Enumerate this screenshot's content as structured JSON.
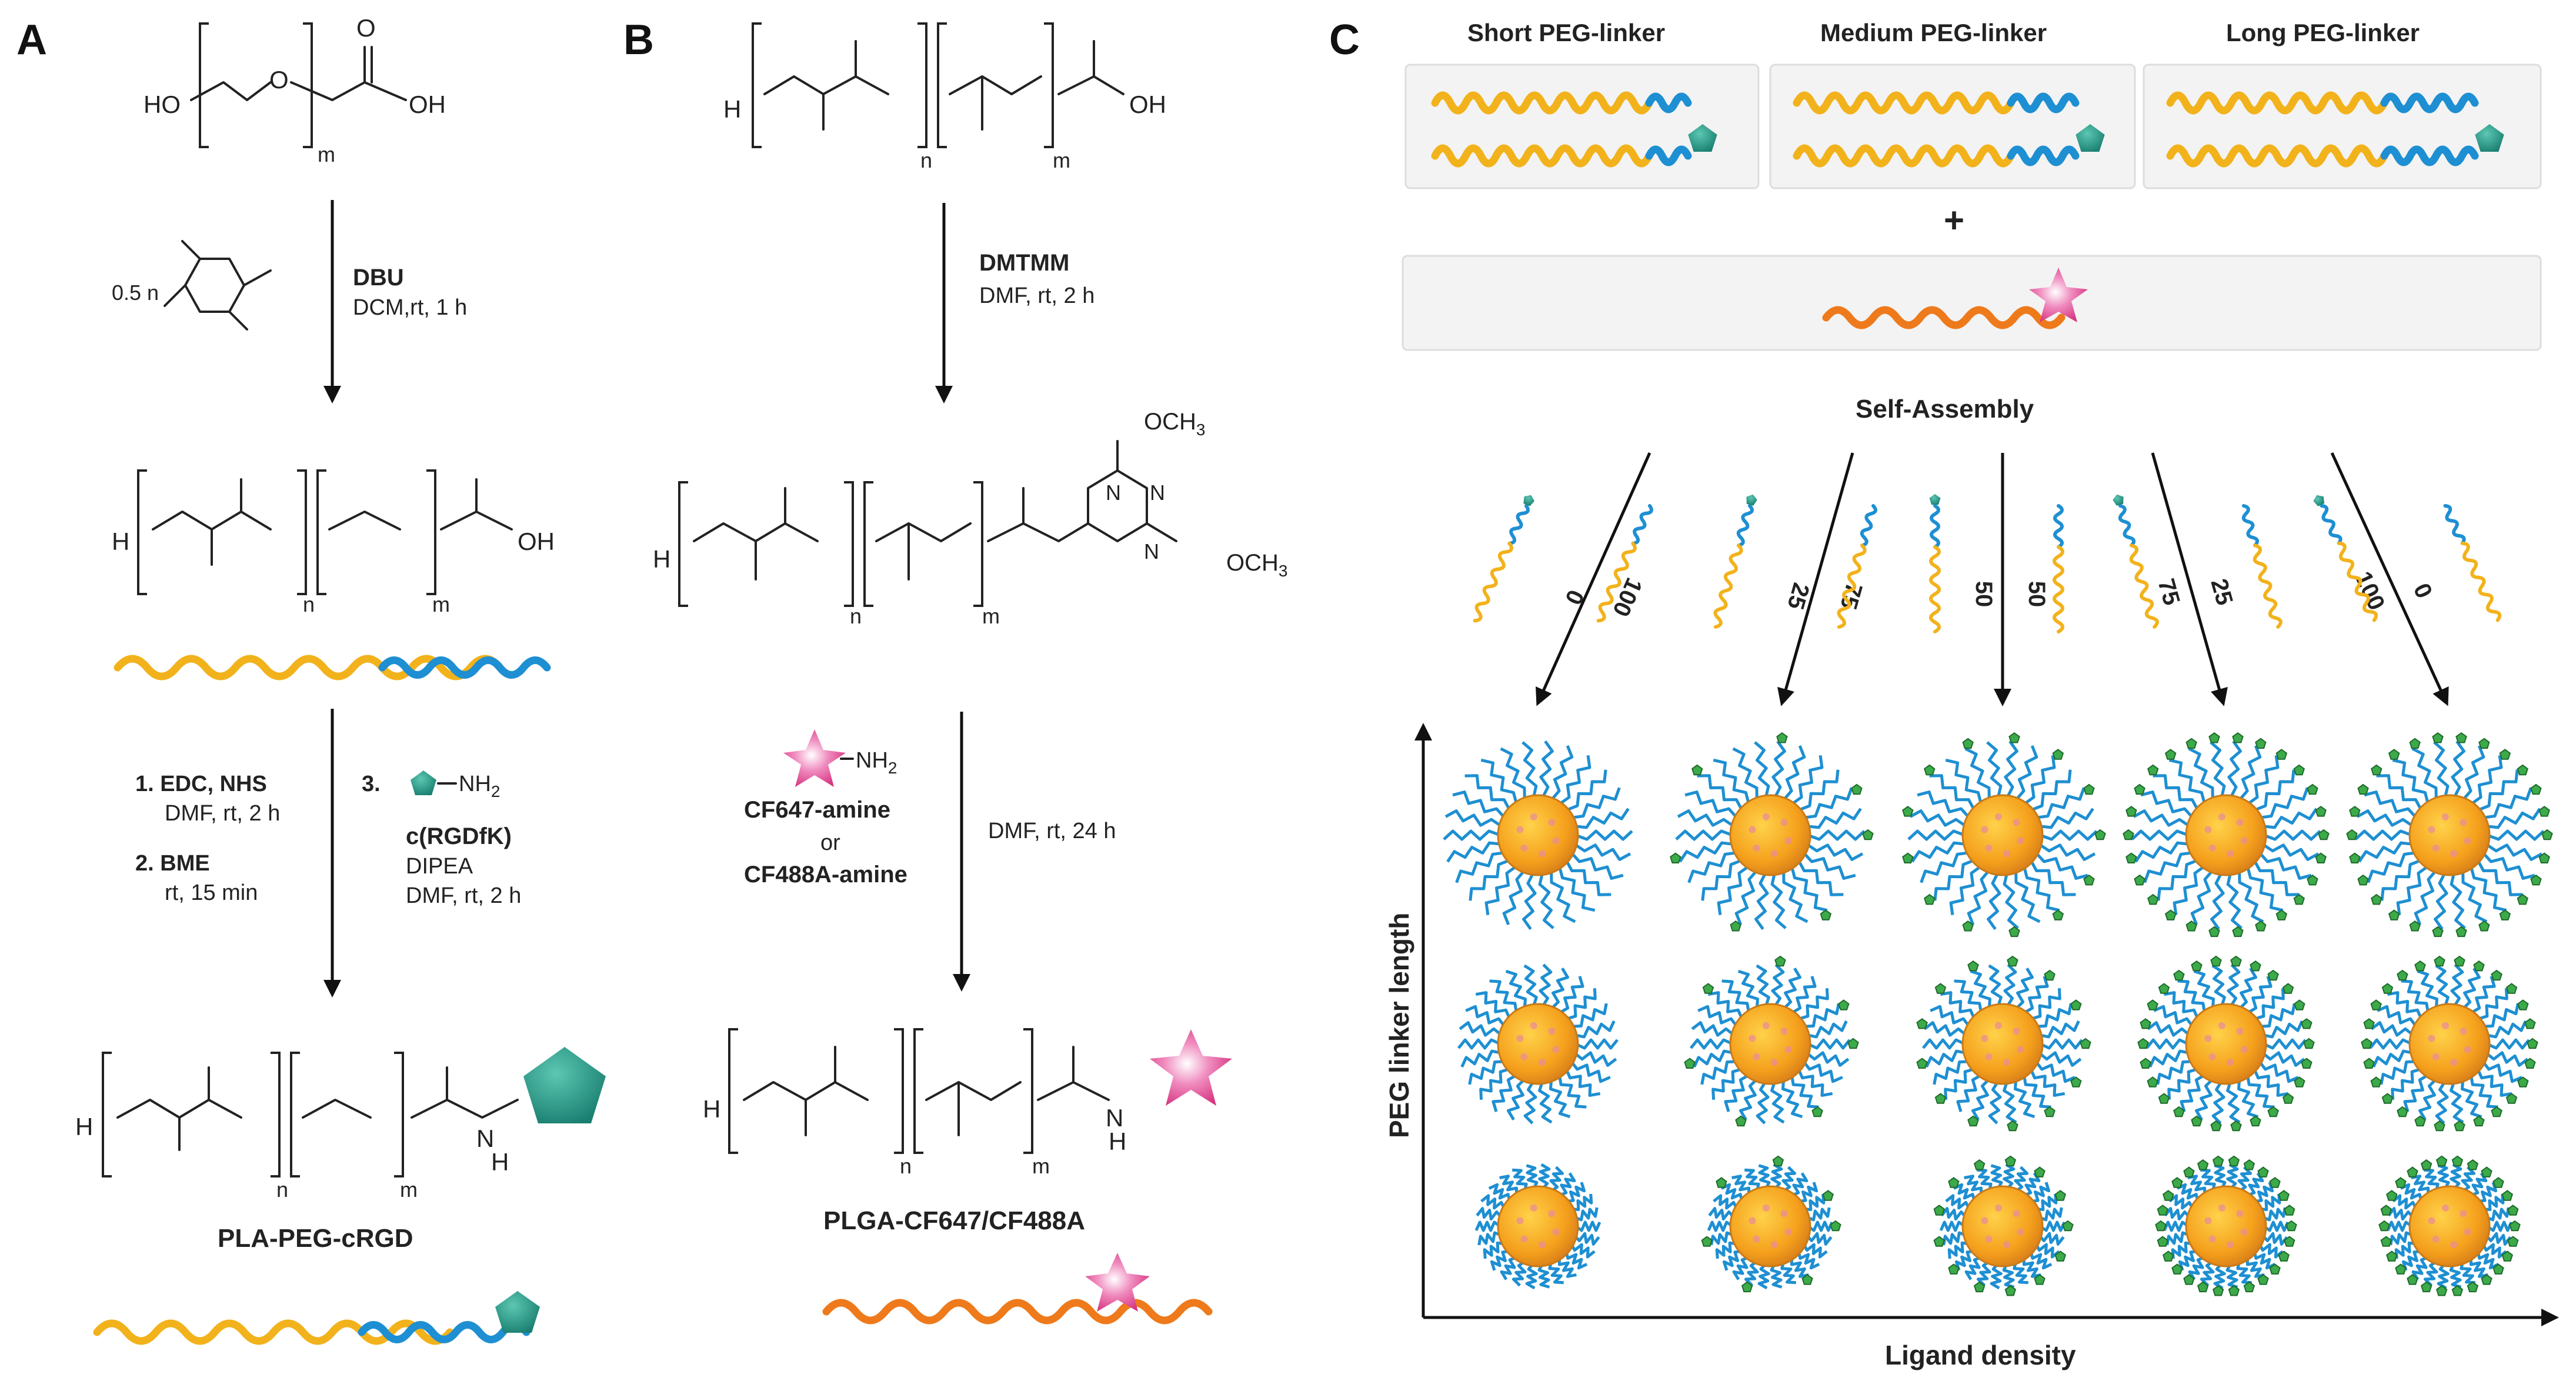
{
  "panels": {
    "a": "A",
    "b": "B",
    "c": "C"
  },
  "panel_a": {
    "sm_ho": "HO",
    "sm_oh": "OH",
    "sm_o": "O",
    "sm_o_carbonyl": "O",
    "sm_sub_m": "m",
    "lactide_eq": "0.5 n",
    "reagent1": "DBU",
    "cond1": "DCM,rt, 1 h",
    "inter_h": "H",
    "inter_oh": "OH",
    "sub_n": "n",
    "sub_m": "m",
    "step1": "1. EDC, NHS",
    "step1_cond": "DMF,  rt, 2 h",
    "step2": "2. BME",
    "step2_cond": "rt, 15 min",
    "step3": "3.",
    "step3_amine": "NH",
    "step3_amine_sub": "2",
    "step3_peptide": "c(RGDfK)",
    "step3_base": "DIPEA",
    "step3_cond": "DMF,  rt, 2 h",
    "prod_h": "H",
    "prod_nh": "H",
    "prod_n_atom": "N",
    "product": "PLA-PEG-cRGD"
  },
  "panel_b": {
    "sm_h": "H",
    "sm_oh": "OH",
    "sub_n": "n",
    "sub_m": "m",
    "reagent1": "DMTMM",
    "cond1": "DMF,  rt, 2 h",
    "och3_top": "OCH",
    "och3_top_sub": "3",
    "och3_right": "OCH",
    "och3_right_sub": "3",
    "n_atom": "N",
    "inter_h": "H",
    "dye_amine": "NH",
    "dye_amine_sub": "2",
    "dye1": "CF647-amine",
    "or": "or",
    "dye2": "CF488A-amine",
    "cond2": "DMF,  rt, 24 h",
    "prod_h": "H",
    "prod_n": "N",
    "prod_nh": "H",
    "product": "PLGA-CF647/CF488A"
  },
  "panel_c": {
    "short_label": "Short PEG-linker",
    "medium_label": "Medium PEG-linker",
    "long_label": "Long PEG-linker",
    "plus": "+",
    "self_assembly": "Self-Assembly",
    "ratio_pairs": [
      [
        "0",
        "100"
      ],
      [
        "25",
        "75"
      ],
      [
        "50",
        "50"
      ],
      [
        "75",
        "25"
      ],
      [
        "100",
        "0"
      ]
    ],
    "y_axis_label": "PEG linker length",
    "x_axis_label": "Ligand density"
  },
  "colors": {
    "pla": "#F2B21B",
    "peg": "#1E8FD2",
    "plga": "#EE7A1C",
    "crgd": "#1E8E7E",
    "dye": "#E0458E",
    "core": "#F5A01C",
    "ligand_dot": "#3DAA4A"
  }
}
